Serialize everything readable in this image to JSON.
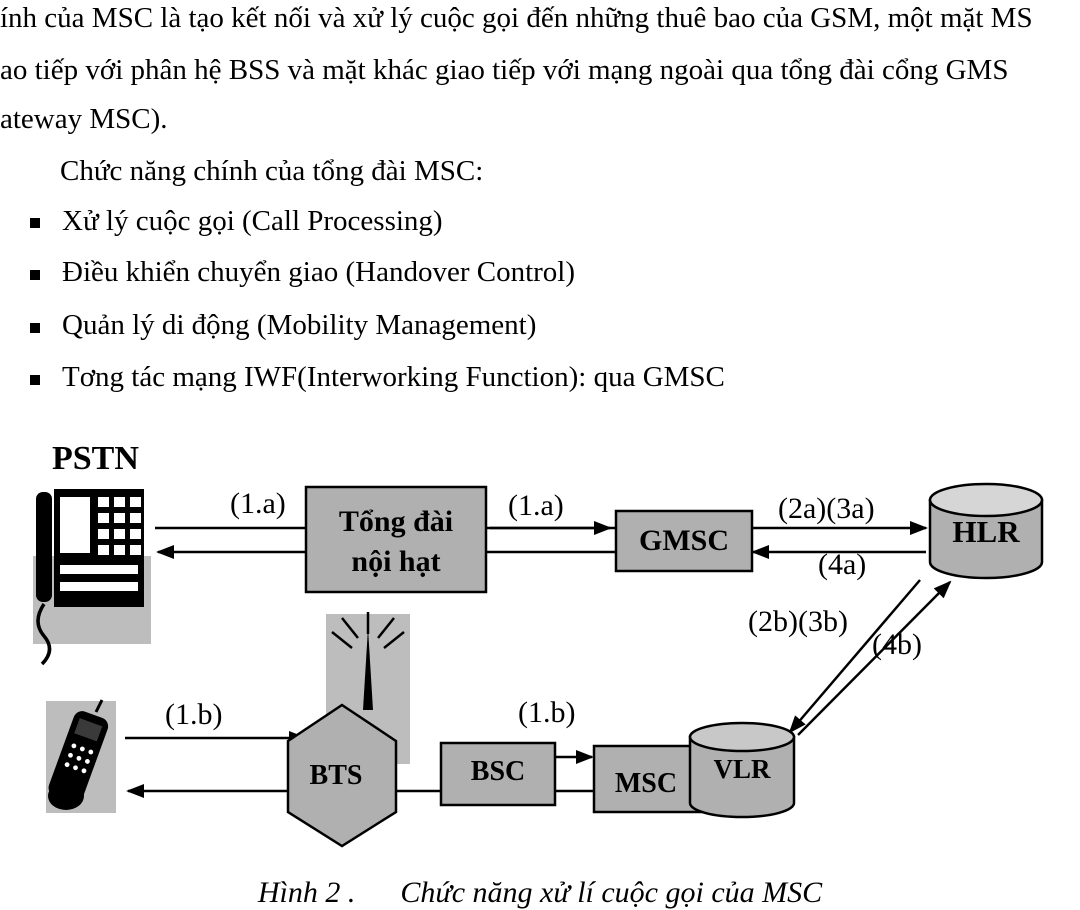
{
  "document": {
    "lines": [
      "ính của MSC là tạo kết nối và xử lý cuộc gọi đến những thuê bao của GSM, một mặt MS",
      "ao tiếp với phân hệ BSS và mặt khác giao tiếp với mạng ngoài qua tổng đài cổng GMS",
      "ateway MSC).",
      "Chức năng chính của tổng đài MSC:"
    ],
    "bullets": [
      "Xử lý cuộc gọi (Call Processing)",
      "Điều khiển chuyển giao (Handover Control)",
      "Quản lý di động (Mobility Management)",
      "Tơng tác mạng IWF(Interworking Function): qua GMSC"
    ],
    "caption": "Hình 2 .      Chức năng xử lí cuộc gọi của MSC"
  },
  "diagram": {
    "pstn": "PSTN",
    "nodes": {
      "local_exchange": "Tổng đài\nnội hạt",
      "gmsc": "GMSC",
      "hlr": "HLR",
      "bts": "BTS",
      "bsc": "BSC",
      "msc": "MSC",
      "vlr": "VLR"
    },
    "arrow_labels": {
      "a1_left": "(1.a)",
      "a1_right": "(1.a)",
      "a23": "(2a)(3a)",
      "a4": "(4a)",
      "b23": "(2b)(3b)",
      "b4": "(4b)",
      "b1_left": "(1.b)",
      "b1_right": "(1.b)"
    },
    "colors": {
      "box_fill": "#b0b0b0",
      "cylinder_top": "#d6d6d6",
      "backdrop": "#bdbdbd",
      "line": "#000000"
    }
  }
}
